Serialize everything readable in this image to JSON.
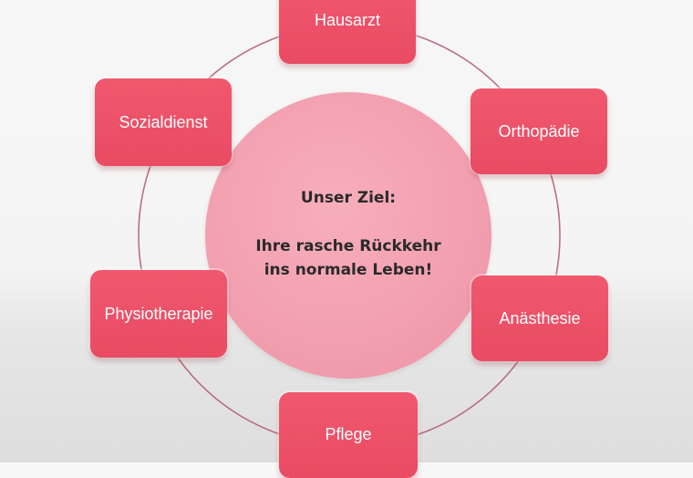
{
  "center": {
    "line1": "Unser Ziel:",
    "line2": "Ihre rasche Rückkehr",
    "line3": "ins normale Leben!"
  },
  "nodes": {
    "hausarzt": "Hausarzt",
    "orthopaedie": "Orthopädie",
    "anaesthesie": "Anästhesie",
    "pflege": "Pflege",
    "physiotherapie": "Physiotherapie",
    "sozialdienst": "Sozialdienst"
  },
  "colors": {
    "node_fill": "#ec4f66",
    "center_fill": "#f2a0b0",
    "ring": "#b0596c"
  }
}
